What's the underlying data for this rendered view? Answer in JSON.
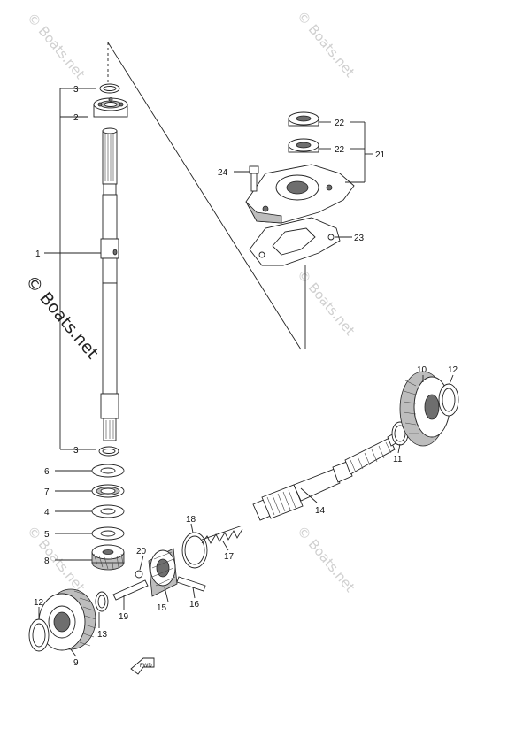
{
  "watermark": "© Boats.net",
  "direction_mark": "FWD",
  "callouts": [
    {
      "id": "c1",
      "text": "1"
    },
    {
      "id": "c2",
      "text": "2"
    },
    {
      "id": "c3a",
      "text": "3"
    },
    {
      "id": "c3b",
      "text": "3"
    },
    {
      "id": "c4",
      "text": "4"
    },
    {
      "id": "c5",
      "text": "5"
    },
    {
      "id": "c6",
      "text": "6"
    },
    {
      "id": "c7",
      "text": "7"
    },
    {
      "id": "c8",
      "text": "8"
    },
    {
      "id": "c9",
      "text": "9"
    },
    {
      "id": "c10",
      "text": "10"
    },
    {
      "id": "c11",
      "text": "11"
    },
    {
      "id": "c12a",
      "text": "12"
    },
    {
      "id": "c12b",
      "text": "12"
    },
    {
      "id": "c13",
      "text": "13"
    },
    {
      "id": "c14",
      "text": "14"
    },
    {
      "id": "c15",
      "text": "15"
    },
    {
      "id": "c16",
      "text": "16"
    },
    {
      "id": "c17",
      "text": "17"
    },
    {
      "id": "c18",
      "text": "18"
    },
    {
      "id": "c19",
      "text": "19"
    },
    {
      "id": "c20",
      "text": "20"
    },
    {
      "id": "c21",
      "text": "21"
    },
    {
      "id": "c22a",
      "text": "22"
    },
    {
      "id": "c22b",
      "text": "22"
    },
    {
      "id": "c23",
      "text": "23"
    },
    {
      "id": "c24",
      "text": "24"
    }
  ]
}
